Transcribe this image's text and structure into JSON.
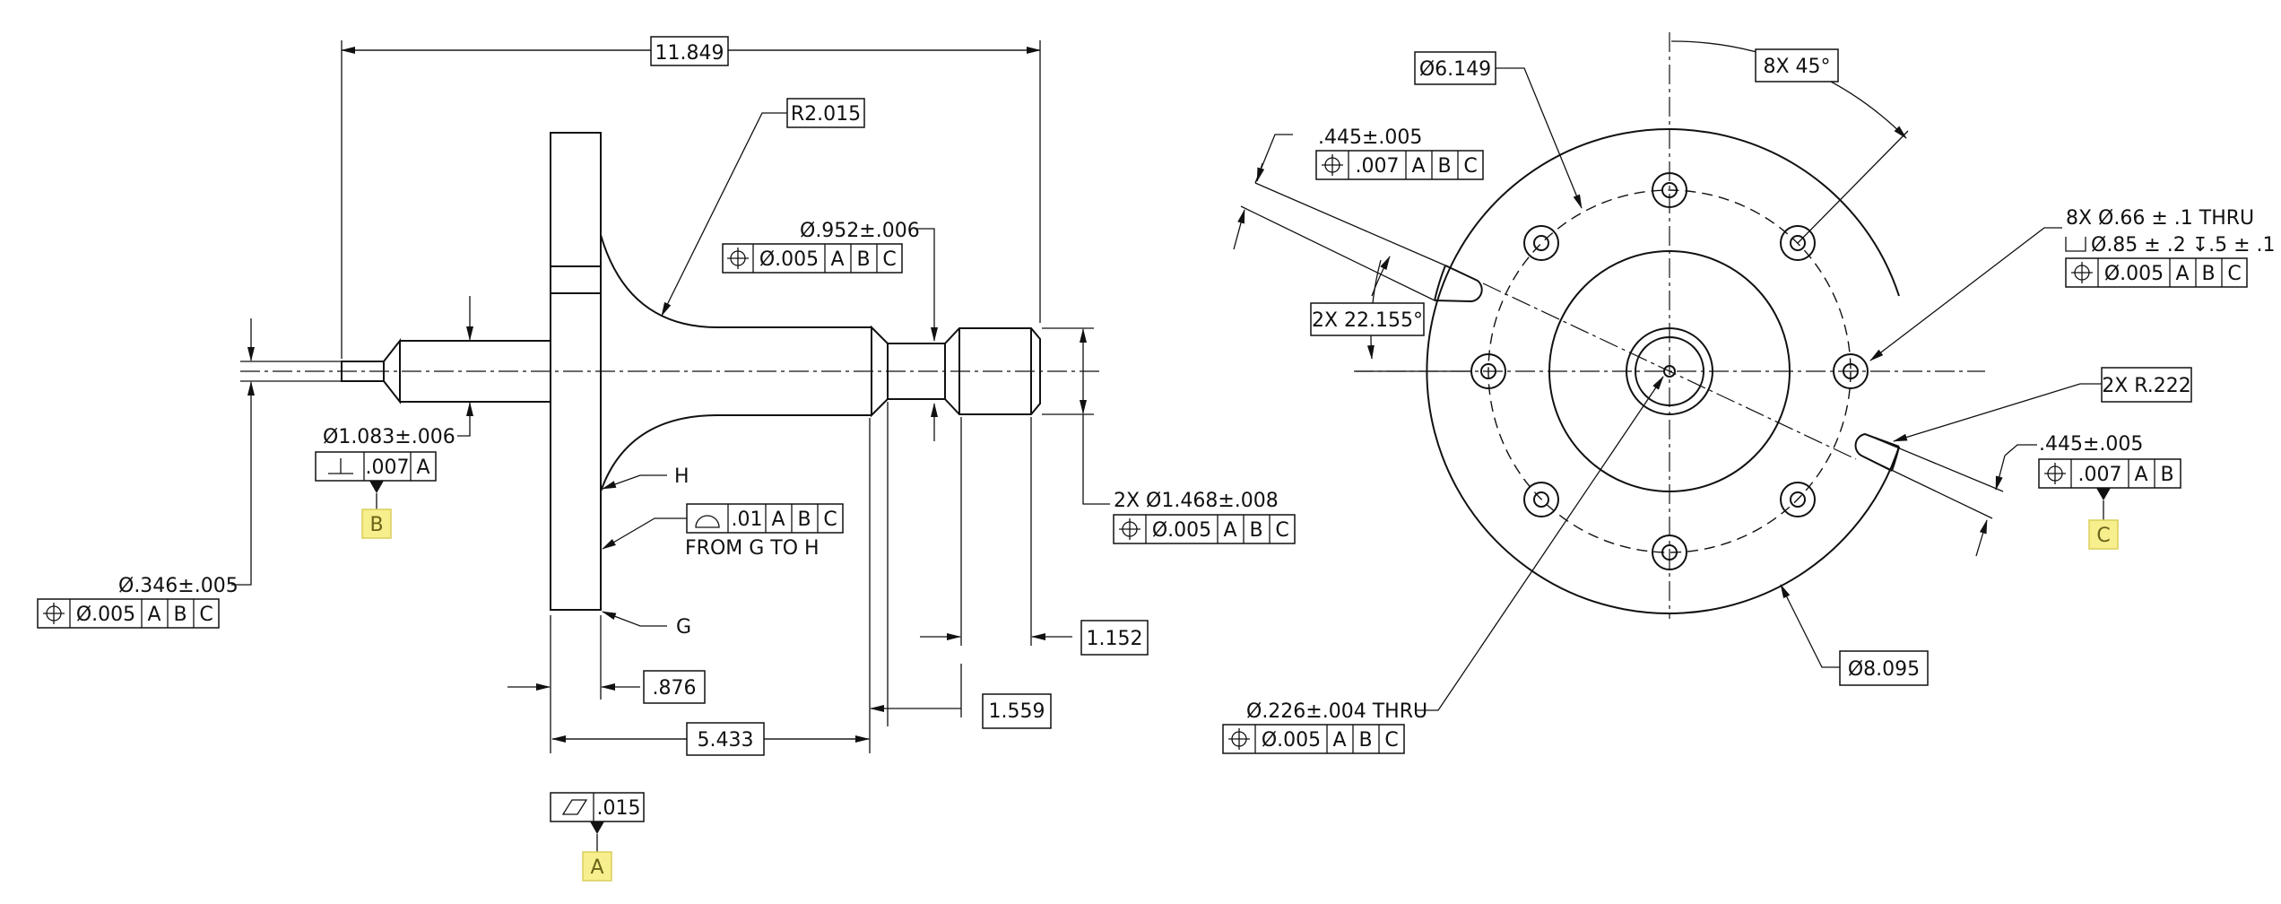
{
  "colors": {
    "ink": "#111111",
    "datum_highlight": "#f7ee8d",
    "datum_text": "#6b6218",
    "background": "#ffffff"
  },
  "side_view": {
    "overall_length": "11.849",
    "fillet_radius": "R2.015",
    "neck_diameter": "Ø.952±.006",
    "neck_fcf": {
      "symbol": "position-icon",
      "tolerance": "Ø.005",
      "datums": [
        "A",
        "B",
        "C"
      ]
    },
    "shaft_diameter": "Ø1.083±.006",
    "perp_fcf": {
      "symbol": "perpendicularity-icon",
      "tolerance": ".007",
      "datums": [
        "A"
      ]
    },
    "datum_b": "B",
    "tip_diameter": "Ø.346±.005",
    "tip_fcf": {
      "symbol": "position-icon",
      "tolerance": "Ø.005",
      "datums": [
        "A",
        "B",
        "C"
      ]
    },
    "point_h": "H",
    "point_g": "G",
    "profile_fcf": {
      "symbol": "profile-surface-icon",
      "tolerance": ".01",
      "datums": [
        "A",
        "B",
        "C"
      ]
    },
    "profile_note": "FROM G TO H",
    "end_diameter": "2X Ø1.468±.008",
    "end_fcf": {
      "symbol": "position-icon",
      "tolerance": "Ø.005",
      "datums": [
        "A",
        "B",
        "C"
      ]
    },
    "groove_dim": "1.152",
    "flange_thickness": ".876",
    "body_length": "5.433",
    "groove_position": "1.559",
    "flatness_fcf": {
      "symbol": "flatness-icon",
      "tolerance": ".015"
    },
    "datum_a": "A"
  },
  "front_view": {
    "pcd_diameter": "Ø6.149",
    "hole_angle": "8X 45°",
    "slot_width_top": ".445±.005",
    "slot_fcf_top": {
      "symbol": "position-icon",
      "tolerance": ".007",
      "datums": [
        "A",
        "B",
        "C"
      ]
    },
    "slot_angle": "2X 22.155°",
    "hole_callout_line1": "8X Ø.66 ± .1 THRU",
    "hole_callout_line2": "Ø.85 ± .2 ↧.5 ± .1",
    "hole_fcf": {
      "symbol": "position-icon",
      "tolerance": "Ø.005",
      "datums": [
        "A",
        "B",
        "C"
      ]
    },
    "slot_radius": "2X R.222",
    "slot_width_right": ".445±.005",
    "slot_fcf_right": {
      "symbol": "position-icon",
      "tolerance": ".007",
      "datums": [
        "A",
        "B"
      ]
    },
    "datum_c": "C",
    "outer_diameter": "Ø8.095",
    "center_hole": "Ø.226±.004 THRU",
    "center_fcf": {
      "symbol": "position-icon",
      "tolerance": "Ø.005",
      "datums": [
        "A",
        "B",
        "C"
      ]
    }
  }
}
